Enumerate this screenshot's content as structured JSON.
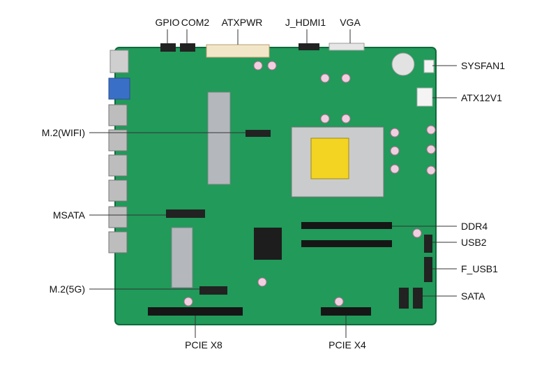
{
  "colors": {
    "pcb": "#219a5a",
    "pcb_dark": "#167a45",
    "leader_line": "#333333",
    "label_text": "#111111",
    "background": "#ffffff"
  },
  "labels": {
    "gpio": "GPIO",
    "com2": "COM2",
    "atxpwr": "ATXPWR",
    "j_hdmi1": "J_HDMI1",
    "vga": "VGA",
    "sysfan1": "SYSFAN1",
    "atx12v1": "ATX12V1",
    "m2_wifi": "M.2(WIFI)",
    "msata": "MSATA",
    "m2_5g": "M.2(5G)",
    "ddr4": "DDR4",
    "usb2": "USB2",
    "f_usb1": "F_USB1",
    "sata": "SATA",
    "pcie_x8": "PCIE X8",
    "pcie_x4": "PCIE X4"
  }
}
